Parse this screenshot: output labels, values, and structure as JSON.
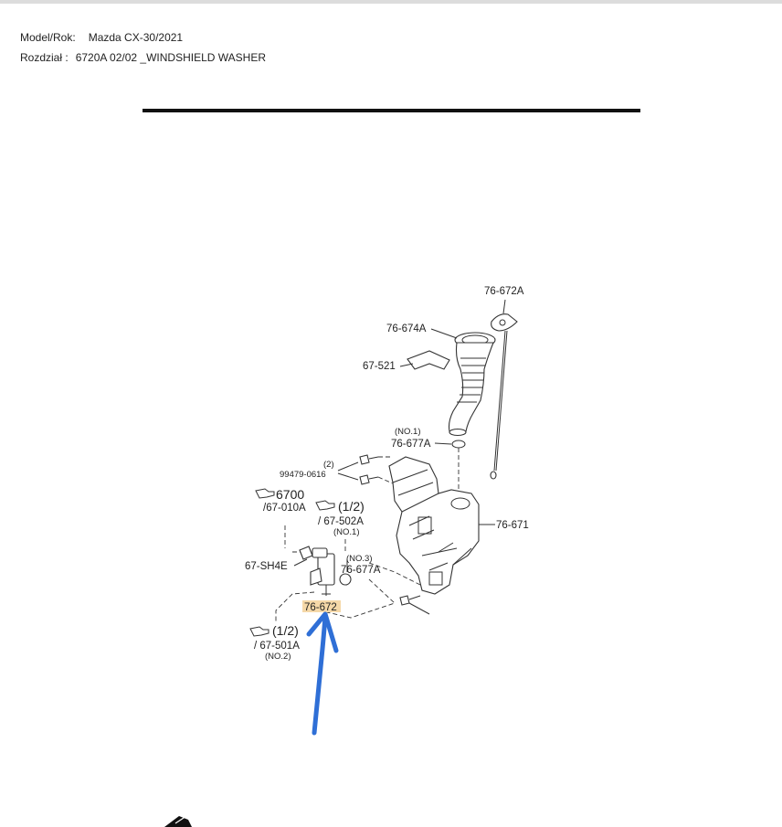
{
  "header": {
    "model_label": "Model/Rok:",
    "model_value": "Mazda CX-30/2021",
    "section_label": "Rozdział :",
    "section_value": "6720A 02/02 _WINDSHIELD WASHER"
  },
  "diagram": {
    "parts": {
      "cap": "76-672A",
      "filler_pipe": "76-674A",
      "clip": "67-521",
      "grommet_no1": "76-677A",
      "grommet_no1_note": "(NO.1)",
      "bolt_qty": "(2)",
      "bolt": "99479-0616",
      "tank": "76-671",
      "ref_6700": "6700",
      "ref_6700_sub": "/67-010A",
      "ref_502_fraction": "(1/2)",
      "ref_502": "/ 67-502A",
      "ref_502_note": "(NO.1)",
      "connector": "67-SH4E",
      "grommet_no3_note": "(NO.3)",
      "grommet_no3": "76-677A",
      "pump": "76-672",
      "ref_501_fraction": "(1/2)",
      "ref_501": "/ 67-501A",
      "ref_501_note": "(NO.2)"
    },
    "highlight_color": "#f5d8a8",
    "arrow_color": "#2f6fd6"
  }
}
